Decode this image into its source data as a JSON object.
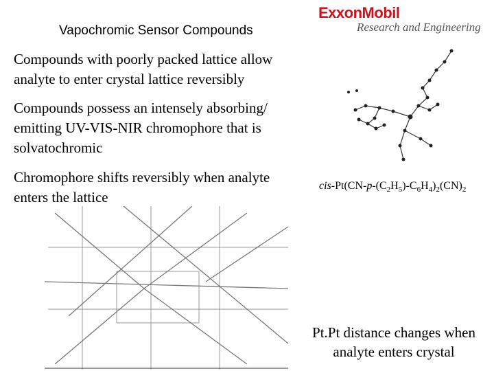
{
  "slide": {
    "title": "Vapochromic Sensor Compounds",
    "logo": {
      "brand": "ExxonMobil",
      "division": "Research and Engineering"
    },
    "bullets": [
      "Compounds with poorly packed lattice allow analyte to enter crystal lattice reversibly",
      "Compounds possess an intensely absorbing/ emitting UV-VIS-NIR chromophore that is solvatochromic",
      "Chromophore shifts reversibly when analyte enters the lattice"
    ],
    "formula": {
      "cis": "cis",
      "p1": "-Pt(CN-",
      "p": "p",
      "p2": "-(C",
      "s1": "2",
      "p3": "H",
      "s2": "5",
      "p4": ")-C",
      "s3": "6",
      "p5": "H",
      "s4": "4",
      "p6": ")",
      "s5": "2",
      "p7": "(CN)",
      "s6": "2"
    },
    "crystal_caption": "Pt.Pt distance changes when analyte enters crystal"
  }
}
